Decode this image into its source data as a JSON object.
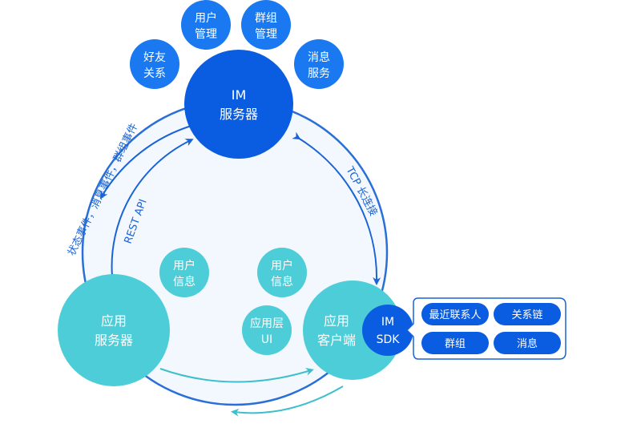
{
  "colors": {
    "blue_dark": "#0a5ce0",
    "blue_mid": "#1a79f0",
    "teal": "#4ccdd8",
    "teal_dark": "#3dbfcc",
    "ring_fill": "#f2f8fd",
    "ring_stroke": "#2a6fd8"
  },
  "nodes": {
    "im_server": {
      "line1": "IM",
      "line2": "服务器"
    },
    "app_server": {
      "line1": "应用",
      "line2": "服务器"
    },
    "app_client": {
      "line1": "应用",
      "line2": "客户端"
    },
    "im_sdk": {
      "line1": "IM",
      "line2": "SDK"
    },
    "user_mgmt": {
      "line1": "用户",
      "line2": "管理"
    },
    "group_mgmt": {
      "line1": "群组",
      "line2": "管理"
    },
    "friend_rel": {
      "line1": "好友",
      "line2": "关系"
    },
    "msg_service": {
      "line1": "消息",
      "line2": "服务"
    },
    "user_info_1": {
      "line1": "用户",
      "line2": "信息"
    },
    "user_info_2": {
      "line1": "用户",
      "line2": "信息"
    },
    "app_ui": {
      "line1": "应用层",
      "line2": "UI"
    }
  },
  "edges": {
    "events": "状态事件，消息事件，群组事件",
    "rest_api": "REST API",
    "tcp": "TCP 长连接"
  },
  "sdk_features": [
    "最近联系人",
    "关系链",
    "群组",
    "消息"
  ]
}
